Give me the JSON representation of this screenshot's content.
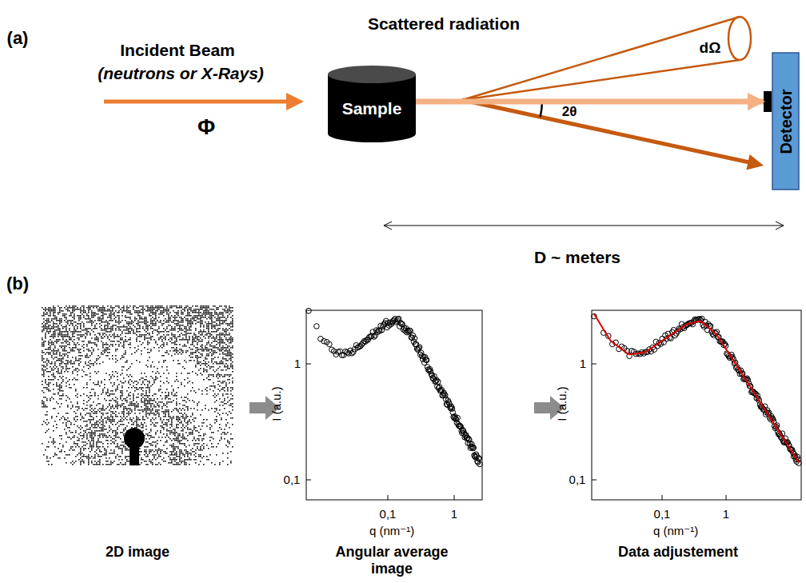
{
  "diagram": {
    "nodes": [
      {
        "text": [
          "Sample"
        ]
      },
      {
        "text": [
          "Detector"
        ]
      }
    ],
    "edges": [
      {
        "from": 0,
        "to": 1,
        "arrow": "to"
      }
    ],
    "labels": [
      "(a)",
      "Incident Beam",
      "(neutrons or X-Rays)",
      "Φ",
      "Scattered radiation",
      "dΩ",
      "2θ",
      "D ~ meters",
      "(b)",
      "I (a.u.)",
      "1",
      "0,1",
      "0,1",
      "1",
      "q (nm⁻¹)",
      "I (a.u.)",
      "1",
      "0,1",
      "0,1",
      "1",
      "q (nm⁻¹)",
      "2D image",
      "Angular average image",
      "Data adjustement"
    ]
  }
}
